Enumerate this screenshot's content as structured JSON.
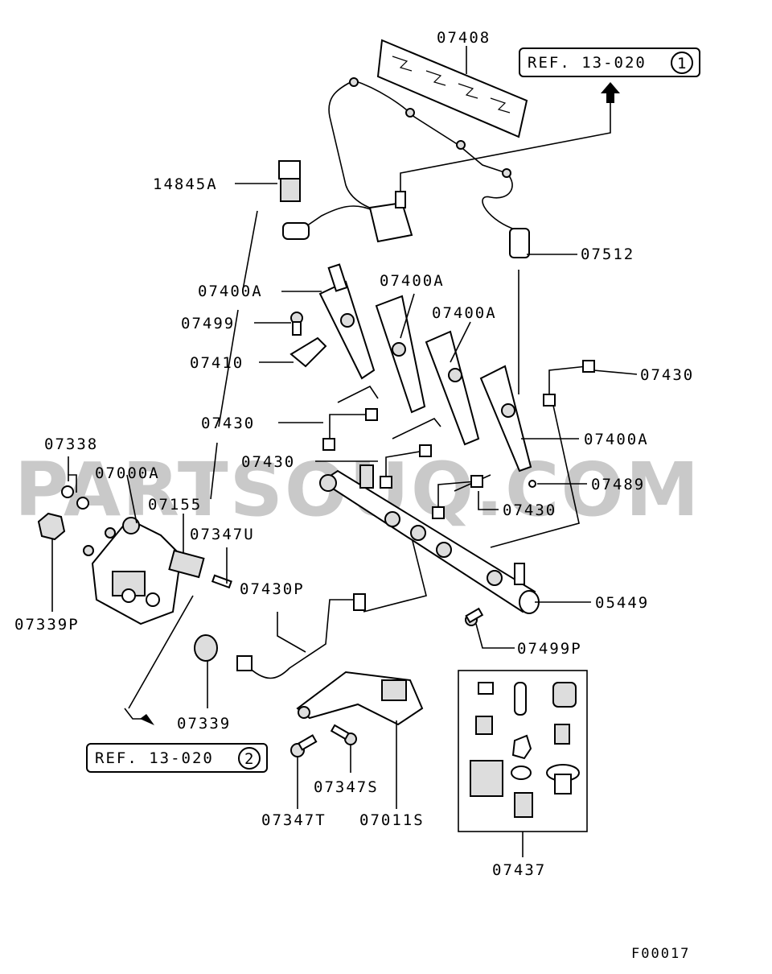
{
  "watermark": "PARTSOUQ.COM",
  "figure_code": "F00017",
  "refs": [
    {
      "text": "REF. 13-020",
      "num": "1"
    },
    {
      "text": "REF. 13-020",
      "num": "2"
    }
  ],
  "labels": {
    "p07408": "07408",
    "p14845A": "14845A",
    "p07512": "07512",
    "p07400A_1": "07400A",
    "p07400A_2": "07400A",
    "p07400A_3": "07400A",
    "p07400A_4": "07400A",
    "p07499": "07499",
    "p07410": "07410",
    "p07430_1": "07430",
    "p07430_2": "07430",
    "p07430_3": "07430",
    "p07430_4": "07430",
    "p07338": "07338",
    "p07000A": "07000A",
    "p07155": "07155",
    "p07347U": "07347U",
    "p07489": "07489",
    "p07430P": "07430P",
    "p05449": "05449",
    "p07339P": "07339P",
    "p07499P": "07499P",
    "p07339": "07339",
    "p07347S": "07347S",
    "p07347T": "07347T",
    "p07011S": "07011S",
    "p07437": "07437"
  }
}
